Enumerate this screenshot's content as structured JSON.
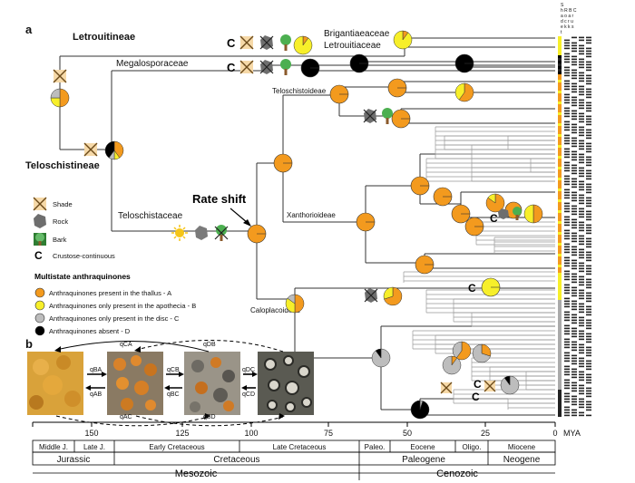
{
  "panels": {
    "a": "a",
    "b": "b"
  },
  "clades": {
    "letrouitineae": "Letrouitineae",
    "teloschistineae": "Teloschistineae",
    "megalosporaceae": "Megalosporaceae",
    "teloschistaceae": "Teloschistaceae",
    "brigantiaeaceae": "Brigantiaeaceae",
    "letrouitiaceae": "Letrouitiaceae",
    "teloschistoideae": "Teloschistoideae",
    "xanthorioideae": "Xanthorioideae",
    "caloplacoideae": "Caloplacoideae"
  },
  "rate_shift": "Rate shift",
  "c_marker": "C",
  "legend": {
    "traits": [
      {
        "icon": "shade-icon",
        "label": "Shade"
      },
      {
        "icon": "rock-icon",
        "label": "Rock"
      },
      {
        "icon": "bark-icon",
        "label": "Bark"
      },
      {
        "icon": "c-letter",
        "label": "Crustose-continuous"
      }
    ],
    "anthraquinones_title": "Multistate anthraquinones",
    "states": [
      {
        "color": "#f39a1e",
        "label": "Anthraquinones present in the thallus - A"
      },
      {
        "color": "#f7ef2a",
        "label": "Anthraquinones only present in the apothecia - B"
      },
      {
        "color": "#bdbdbd",
        "label": "Anthraquinones only present in the disc - C"
      },
      {
        "color": "#000000",
        "label": "Anthraquinones absent - D"
      }
    ]
  },
  "transitions": {
    "qCA": "qCA",
    "qDB": "qDB",
    "qBA": "qBA",
    "qAB": "qAB",
    "qCB": "qCB",
    "qBC": "qBC",
    "qDC": "qDC",
    "qCD": "qCD",
    "qAC": "qAC",
    "qBD": "qBD"
  },
  "column_header": [
    "S",
    "h R B C",
    "a o a r",
    "d c r u",
    "e k k s",
    "t"
  ],
  "axis": {
    "ticks": [
      "150",
      "125",
      "100",
      "75",
      "50",
      "25",
      "0"
    ],
    "unit": "MYA",
    "epochs": [
      "Middle J.",
      "Late J.",
      "Early Cretaceous",
      "Late Cretaceous",
      "Paleo.",
      "Eocene",
      "Oligo.",
      "Miocene"
    ],
    "periods": [
      "Jurassic",
      "Cretaceous",
      "Paleogene",
      "Neogene"
    ],
    "eras": [
      "Mesozoic",
      "Cenozoic"
    ]
  },
  "colors": {
    "A": "#f39a1e",
    "B": "#f7ef2a",
    "C": "#bdbdbd",
    "D": "#000000",
    "tree": "#333333"
  }
}
